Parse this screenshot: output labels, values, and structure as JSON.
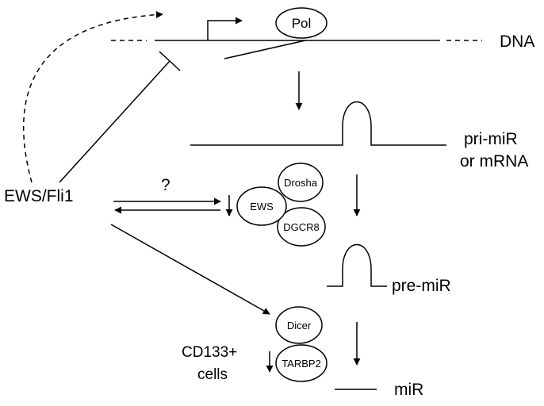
{
  "labels": {
    "pol": "Pol",
    "dna": "DNA",
    "pri_mir_line1": "pri-miR",
    "pri_mir_line2": "or mRNA",
    "ews_fli1": "EWS/Fli1",
    "question": "?",
    "drosha": "Drosha",
    "ews": "EWS",
    "dgcr8": "DGCR8",
    "pre_mir": "pre-miR",
    "dicer": "Dicer",
    "tarbp2": "TARBP2",
    "cd133_line1": "CD133+",
    "cd133_line2": "cells",
    "mir": "miR"
  }
}
